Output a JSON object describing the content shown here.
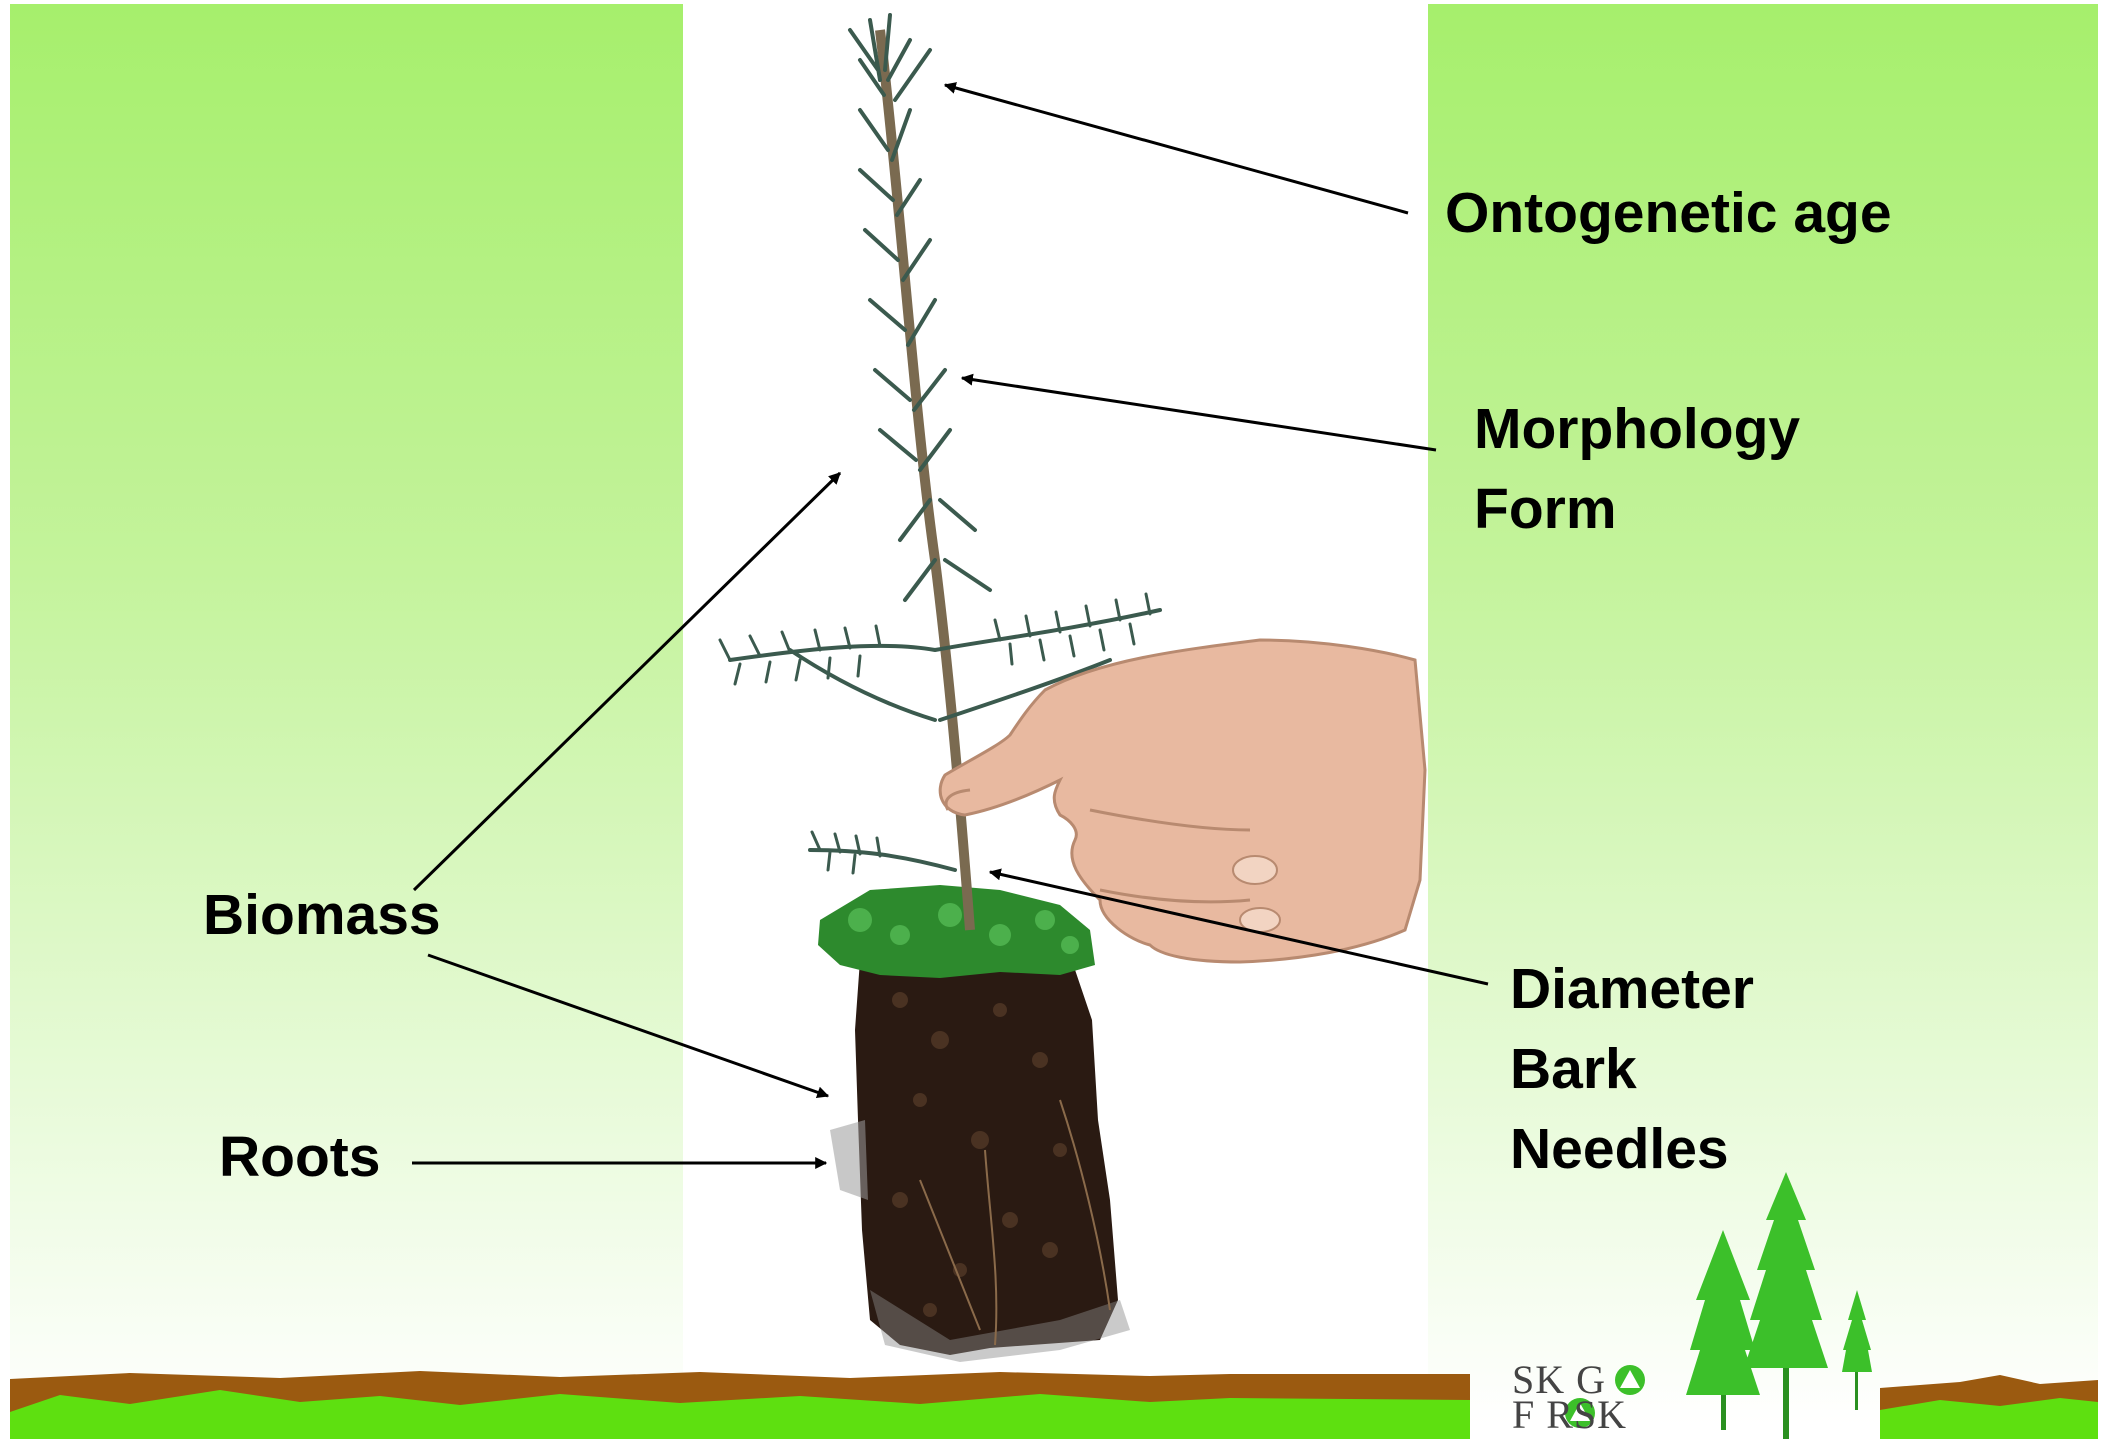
{
  "labels": {
    "ontogenetic_age": "Ontogenetic age",
    "morphology": "Morphology",
    "form": "Form",
    "biomass": "Biomass",
    "roots": "Roots",
    "diameter": "Diameter",
    "bark": "Bark",
    "needles": "Needles"
  },
  "logo": {
    "line1": "SK G",
    "line2": "F RSK"
  },
  "colors": {
    "panel_green": "#a6ef6c",
    "ground_brown": "#9b5a10",
    "ground_green": "#5ee010",
    "tree_green": "#3cc02a",
    "needle_green": "#3b5a4e"
  }
}
